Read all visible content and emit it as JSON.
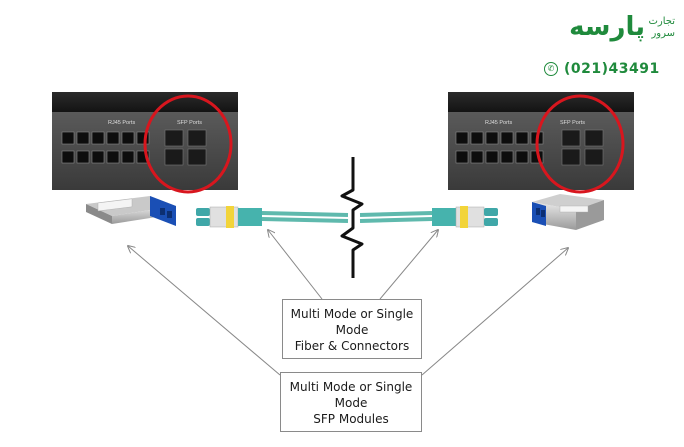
{
  "logo": {
    "brand": "پارسه",
    "tagline_line1": "تجارت",
    "tagline_line2": "سرور",
    "phone": "(021)43491",
    "brand_color": "#1f8a3c"
  },
  "switch_left": {
    "rj45_label": "RJ45 Ports",
    "sfp_label": "SFP Ports"
  },
  "switch_right": {
    "rj45_label": "RJ45 Ports",
    "sfp_label": "SFP Ports"
  },
  "callout_fiber": {
    "line1": "Multi Mode or Single",
    "line2": "Mode",
    "line3": "Fiber & Connectors"
  },
  "callout_sfp": {
    "line1": "Multi Mode or Single",
    "line2": "Mode",
    "line3": "SFP Modules"
  },
  "colors": {
    "highlight": "#d8161e",
    "cable": "#5fb9ad",
    "arrow": "#888888"
  }
}
